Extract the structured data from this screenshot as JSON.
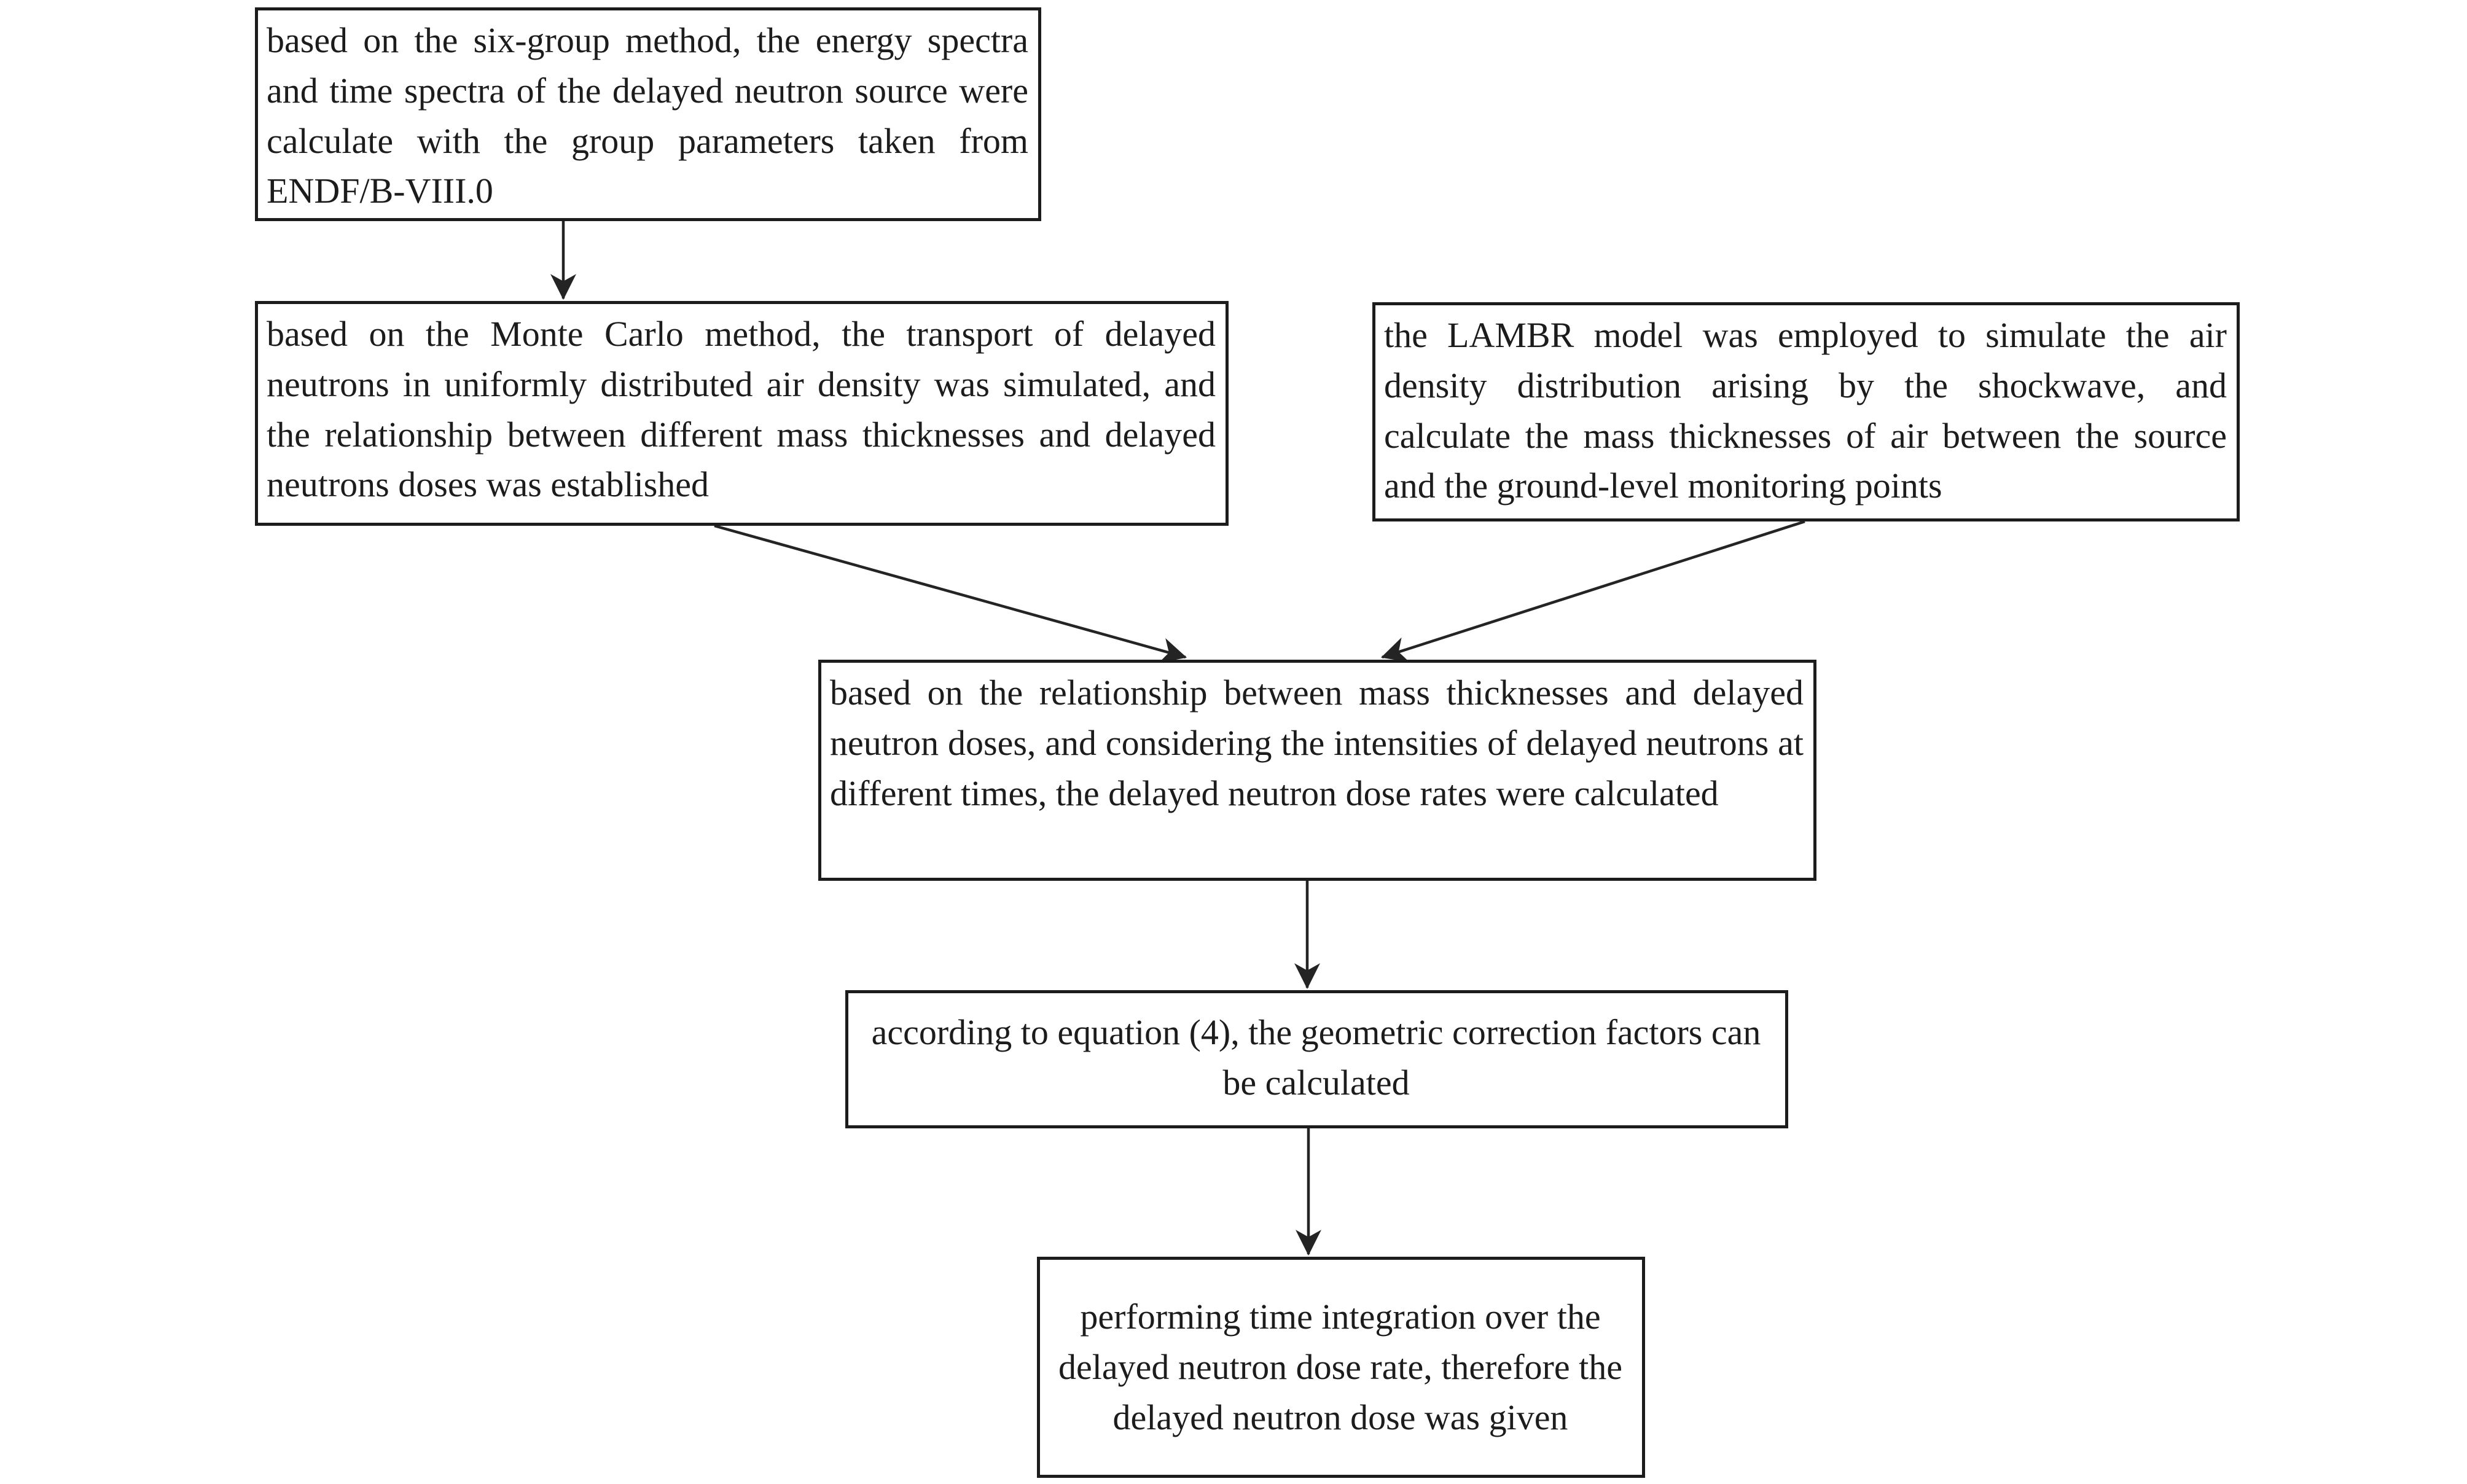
{
  "diagram": {
    "type": "flowchart",
    "title": "delayed neutron dose calculation workflow",
    "colors": {
      "background": "#ffffff",
      "box_border": "#1c1c1c",
      "text": "#1c1c1c",
      "arrow": "#242424"
    },
    "nodes": [
      {
        "id": "six-group",
        "text": "based on the six-group method, the energy spectra and time spectra of the delayed neutron source were calculate with the group parameters taken from ENDF/B-VIII.0"
      },
      {
        "id": "monte-carlo",
        "text": "based on the Monte Carlo method, the transport of delayed neutrons in uniformly distributed air density was simulated, and the relationship between different mass thicknesses and delayed neutrons doses was established"
      },
      {
        "id": "lambr",
        "text": "the LAMBR model was employed to simulate the air density distribution arising by the shockwave, and calculate the mass thicknesses of air between the source and the ground-level monitoring points"
      },
      {
        "id": "dose-rates",
        "text": "based on the relationship between mass thicknesses and delayed neutron doses, and considering the intensities of delayed neutrons at different times, the delayed neutron dose rates were calculated"
      },
      {
        "id": "geom-correction",
        "text": "according to equation (4), the geometric correction factors can be calculated"
      },
      {
        "id": "time-integration",
        "text": "performing time integration over the delayed neutron dose rate, therefore the delayed neutron dose was given"
      }
    ],
    "edges": [
      {
        "from": "six-group",
        "to": "monte-carlo"
      },
      {
        "from": "monte-carlo",
        "to": "dose-rates"
      },
      {
        "from": "lambr",
        "to": "dose-rates"
      },
      {
        "from": "dose-rates",
        "to": "geom-correction"
      },
      {
        "from": "geom-correction",
        "to": "time-integration"
      }
    ]
  }
}
